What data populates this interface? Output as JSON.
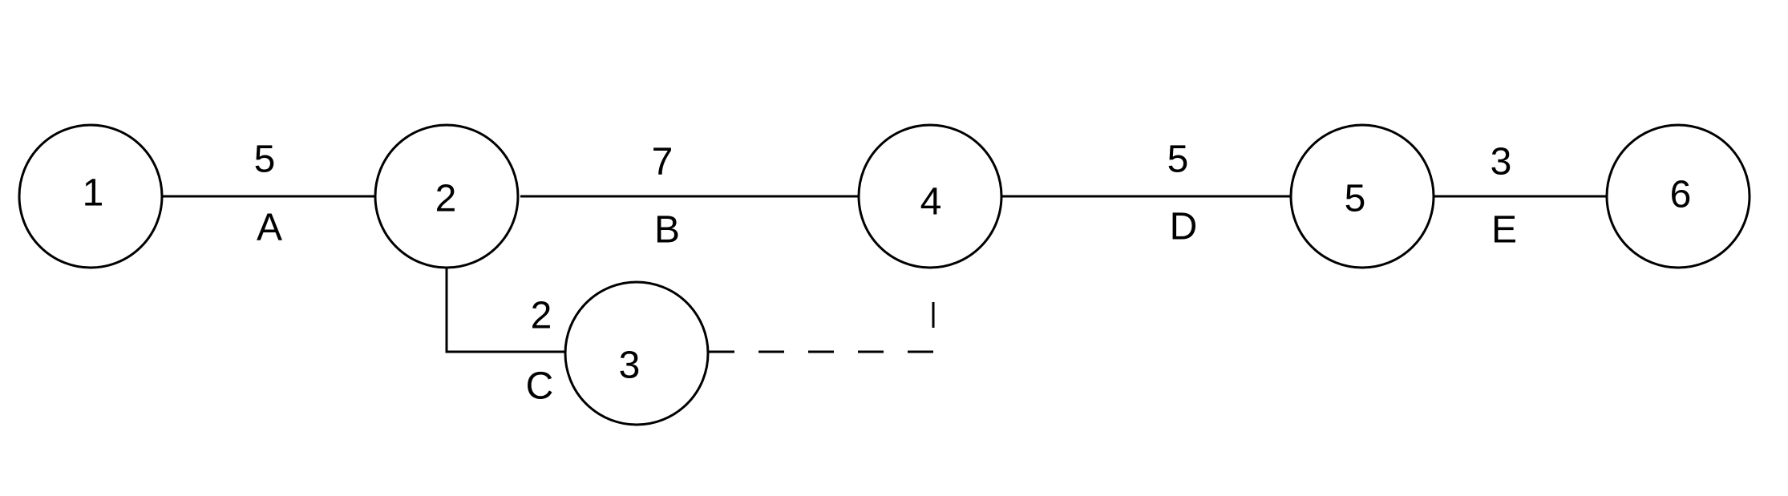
{
  "nodes": [
    {
      "id": "1",
      "label": "1"
    },
    {
      "id": "2",
      "label": "2"
    },
    {
      "id": "3",
      "label": "3"
    },
    {
      "id": "4",
      "label": "4"
    },
    {
      "id": "5",
      "label": "5"
    },
    {
      "id": "6",
      "label": "6"
    }
  ],
  "edges": [
    {
      "from": "1",
      "to": "2",
      "activity": "A",
      "duration": "5"
    },
    {
      "from": "2",
      "to": "4",
      "activity": "B",
      "duration": "7"
    },
    {
      "from": "2",
      "to": "3",
      "activity": "C",
      "duration": "2"
    },
    {
      "from": "4",
      "to": "5",
      "activity": "D",
      "duration": "5"
    },
    {
      "from": "5",
      "to": "6",
      "activity": "E",
      "duration": "3"
    }
  ],
  "dummy_edges": [
    {
      "from": "3",
      "to": "4"
    }
  ],
  "colors": {
    "stroke": "#000000",
    "background": "#ffffff"
  }
}
